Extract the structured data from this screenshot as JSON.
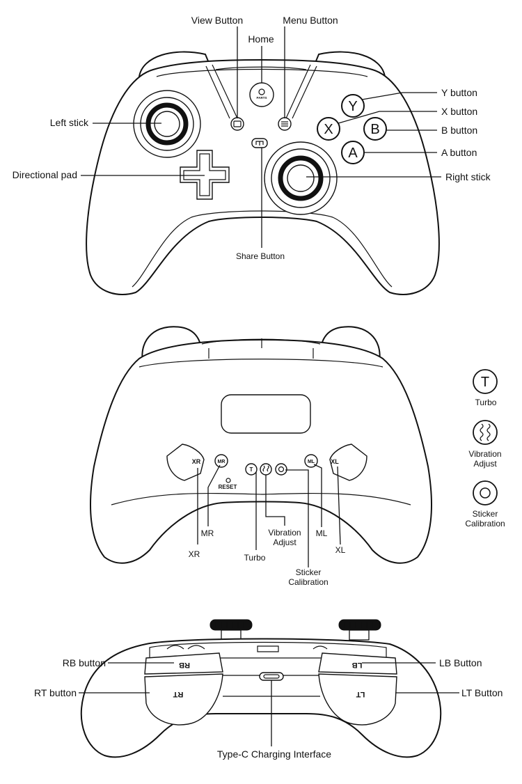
{
  "front": {
    "view_button": "View Button",
    "menu_button": "Menu Button",
    "home": "Home",
    "left_stick": "Left stick",
    "directional_pad": "Directional pad",
    "share_button": "Share Button",
    "y_button": "Y button",
    "x_button": "X button",
    "b_button": "B button",
    "a_button": "A button",
    "right_stick": "Right stick",
    "glyph_y": "Y",
    "glyph_x": "X",
    "glyph_b": "B",
    "glyph_a": "A",
    "logo_text": "PARTS"
  },
  "back": {
    "xr": "XR",
    "mr": "MR",
    "turbo": "Turbo",
    "vibration_line1": "Vibration",
    "vibration_line2": "Adjust",
    "sticker_line1": "Sticker",
    "sticker_line2": "Calibration",
    "ml": "ML",
    "xl": "XL",
    "reset": "RESET",
    "paddle_xr": "XR",
    "paddle_mr": "MR",
    "paddle_ml": "ML",
    "paddle_xl": "XL",
    "glyph_t": "T"
  },
  "legend": {
    "turbo_symbol": "T",
    "turbo": "Turbo",
    "vibration_line1": "Vibration",
    "vibration_line2": "Adjust",
    "sticker_line1": "Sticker",
    "sticker_line2": "Calibration"
  },
  "top": {
    "rb_button": "RB button",
    "rt_button": "RT button",
    "lb_button": "LB Button",
    "lt_button": "LT Button",
    "typec": "Type-C Charging Interface",
    "trigger_rb": "RB",
    "trigger_rt": "RT",
    "trigger_lb": "LB",
    "trigger_lt": "LT"
  }
}
